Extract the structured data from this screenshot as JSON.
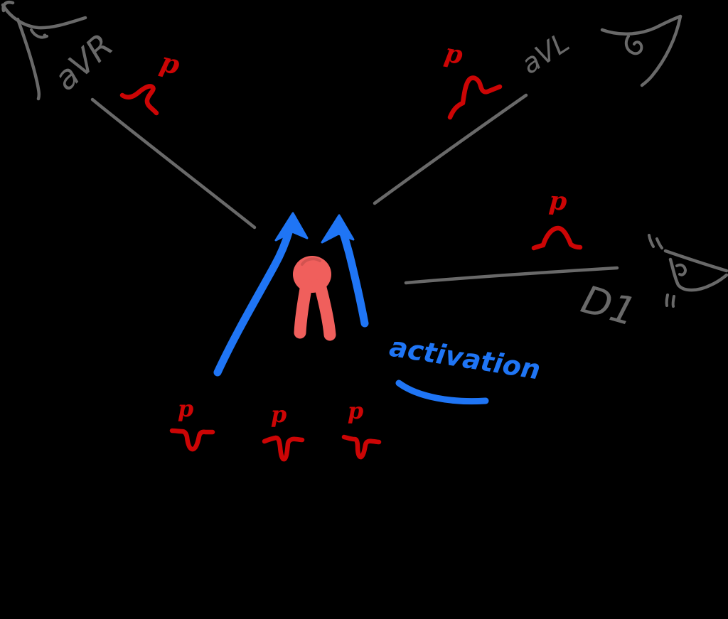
{
  "palette": {
    "background": "#000000",
    "sketch-gray": "#696969",
    "wave-red": "#cc0505",
    "node-salmon": "#f05f5c",
    "activation-blue": "#1f75f5"
  },
  "icons": {
    "eye-icon": "👁"
  },
  "leads": {
    "avr": {
      "label": "aVR",
      "p_label": "p"
    },
    "avl": {
      "label": "aVL",
      "p_label": "p"
    },
    "d1": {
      "label": "D1",
      "p_label": "p"
    }
  },
  "annotation": {
    "label": "activation"
  },
  "inferior_p_waves": [
    {
      "p_label": "p"
    },
    {
      "p_label": "p"
    },
    {
      "p_label": "p"
    }
  ]
}
